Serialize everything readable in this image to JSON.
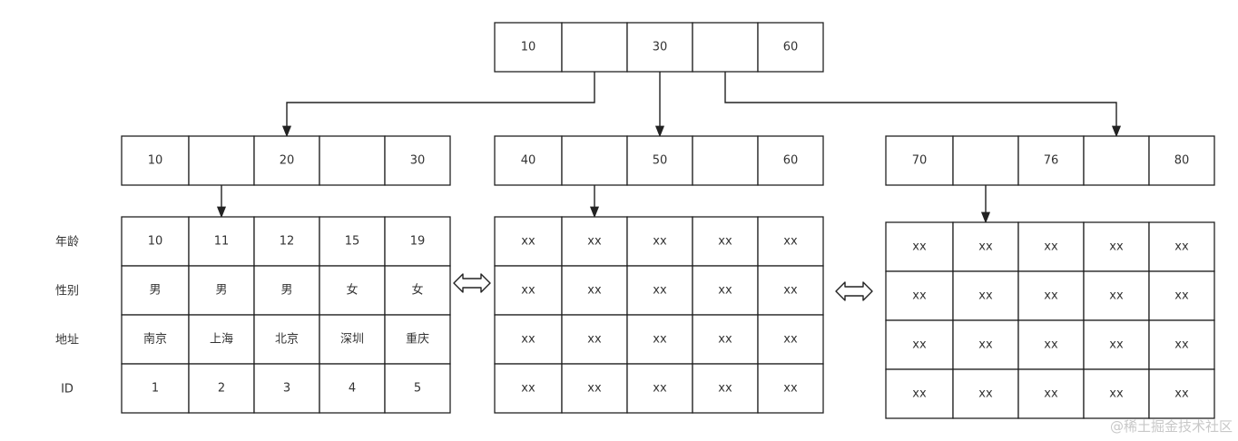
{
  "root": [
    "10",
    "",
    "30",
    "",
    "60"
  ],
  "branches": [
    [
      "10",
      "",
      "20",
      "",
      "30"
    ],
    [
      "40",
      "",
      "50",
      "",
      "60"
    ],
    [
      "70",
      "",
      "76",
      "",
      "80"
    ]
  ],
  "row_labels": [
    "年龄",
    "性别",
    "地址",
    "ID"
  ],
  "leaf_first": [
    [
      "10",
      "11",
      "12",
      "15",
      "19"
    ],
    [
      "男",
      "男",
      "男",
      "女",
      "女"
    ],
    [
      "南京",
      "上海",
      "北京",
      "深圳",
      "重庆"
    ],
    [
      "1",
      "2",
      "3",
      "4",
      "5"
    ]
  ],
  "placeholder": "xx",
  "watermark": "@稀土掘金技术社区"
}
